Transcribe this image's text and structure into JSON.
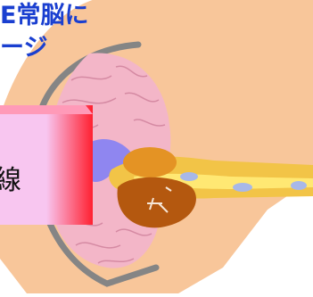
{
  "caption": {
    "line1": "E常脳に",
    "line2": "ージ"
  },
  "beam": {
    "label": "線"
  },
  "colors": {
    "caption": "#1a3fd0",
    "head": "#f8c69a",
    "skull_outline": "#858585",
    "brain": "#f3b6c8",
    "brain_lines": "#d58aa3",
    "ventricle": "#8f86f0",
    "brainstem": "#f2c447",
    "spinal_cord": "#ffe873",
    "pituitary": "#e49324",
    "cerebellum": "#b4580f",
    "beam_light": "#f8c6f0",
    "beam_dark": "#ff2030"
  }
}
